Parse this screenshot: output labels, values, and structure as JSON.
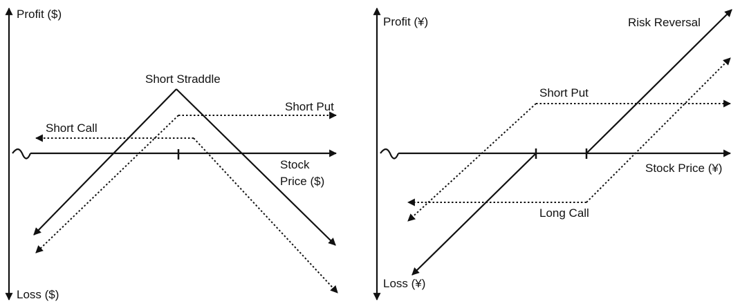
{
  "left": {
    "y_top_label": "Profit ($)",
    "y_bottom_label": "Loss ($)",
    "x_label_line1": "Stock",
    "x_label_line2": "Price ($)",
    "short_straddle_label": "Short Straddle",
    "short_put_label": "Short Put",
    "short_call_label": "Short Call"
  },
  "right": {
    "y_top_label": "Profit (¥)",
    "y_bottom_label": "Loss (¥)",
    "x_label": "Stock Price (¥)",
    "risk_reversal_label": "Risk Reversal",
    "short_put_label": "Short Put",
    "long_call_label": "Long Call"
  }
}
